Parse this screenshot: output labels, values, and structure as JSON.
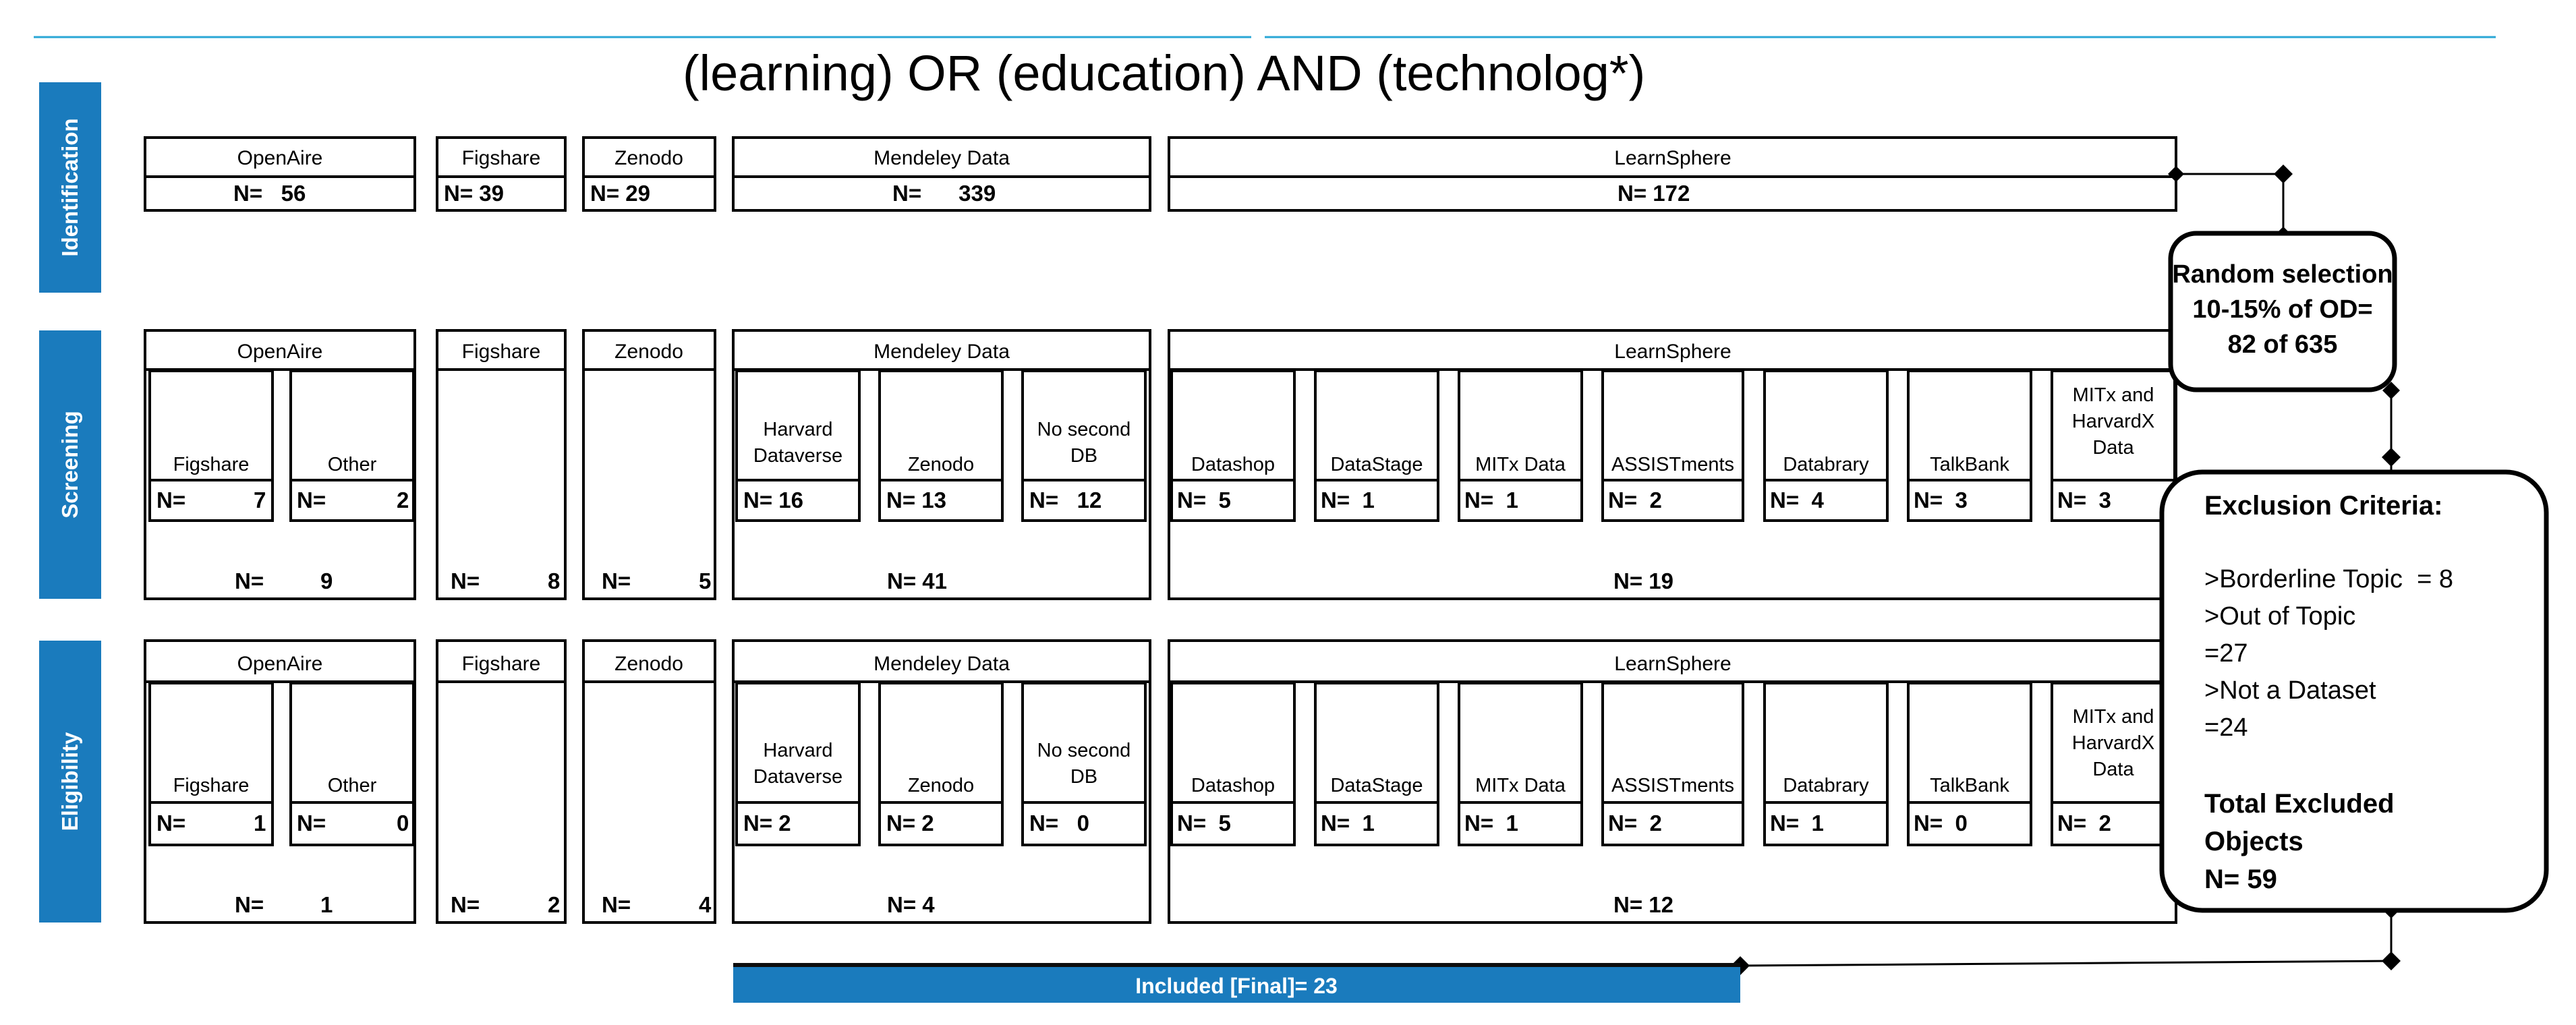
{
  "query_title": "(learning) OR (education) AND (technolog*)",
  "colors": {
    "accent": "#1a7bbd",
    "line": "#000000",
    "top_rule": "#2aa7d6"
  },
  "phases": [
    "Identification",
    "Screening",
    "Eligibility"
  ],
  "identification": {
    "openaire": {
      "label": "OpenAire",
      "count": "N=   56"
    },
    "figshare": {
      "label": "Figshare",
      "count": "N= 39"
    },
    "zenodo": {
      "label": "Zenodo",
      "count": "N= 29"
    },
    "mendeley": {
      "label": "Mendeley Data",
      "count": "N=      339"
    },
    "learnsphere": {
      "label": "LearnSphere",
      "count": "N= 172"
    }
  },
  "screening": {
    "openaire": {
      "label": "OpenAire",
      "figshare_label": "Figshare",
      "figshare_n_prefix": "N=",
      "figshare_n_value": "7",
      "other_label": "Other",
      "other_n_prefix": "N=",
      "other_n_value": "2",
      "total_prefix": "N=",
      "total_value": "9"
    },
    "figshare": {
      "label": "Figshare",
      "total_prefix": "N=",
      "total_value": "8"
    },
    "zenodo": {
      "label": "Zenodo",
      "total_prefix": "N=",
      "total_value": "5"
    },
    "mendeley": {
      "label": "Mendeley Data",
      "harvard_label": "Harvard Dataverse",
      "harvard_n": "N= 16",
      "zenodo_label": "Zenodo",
      "zenodo_n": "N= 13",
      "nosecond_label": "No second DB",
      "nosecond_n": "N=   12",
      "total": "N= 41"
    },
    "learnsphere": {
      "label": "LearnSphere",
      "datashop_label": "Datashop",
      "datashop_n": "N=  5",
      "datastage_label": "DataStage",
      "datastage_n": "N=  1",
      "mitx_label": "MITx Data",
      "mitx_n": "N=  1",
      "assist_label": "ASSISTments",
      "assist_n": "N=  2",
      "databrary_label": "Databrary",
      "databrary_n": "N=  4",
      "talkbank_label": "TalkBank",
      "talkbank_n": "N=  3",
      "mitxh_label": "MITx and HarvardX Data",
      "mitxh_n": "N=  3",
      "total": "N= 19"
    }
  },
  "eligibility": {
    "openaire": {
      "label": "OpenAire",
      "figshare_label": "Figshare",
      "figshare_n_prefix": "N=",
      "figshare_n_value": "1",
      "other_label": "Other",
      "other_n_prefix": "N=",
      "other_n_value": "0",
      "total_prefix": "N=",
      "total_value": "1"
    },
    "figshare": {
      "label": "Figshare",
      "total_prefix": "N=",
      "total_value": "2"
    },
    "zenodo": {
      "label": "Zenodo",
      "total_prefix": "N=",
      "total_value": "4"
    },
    "mendeley": {
      "label": "Mendeley Data",
      "harvard_label": "Harvard Dataverse",
      "harvard_n": "N= 2",
      "zenodo_label": "Zenodo",
      "zenodo_n": "N= 2",
      "nosecond_label": "No second DB",
      "nosecond_n": "N=   0",
      "total": "N= 4"
    },
    "learnsphere": {
      "label": "LearnSphere",
      "datashop_label": "Datashop",
      "datashop_n": "N=  5",
      "datastage_label": "DataStage",
      "datastage_n": "N=  1",
      "mitx_label": "MITx Data",
      "mitx_n": "N=  1",
      "assist_label": "ASSISTments",
      "assist_n": "N=  2",
      "databrary_label": "Databrary",
      "databrary_n": "N=  1",
      "talkbank_label": "TalkBank",
      "talkbank_n": "N=  0",
      "mitxh_label": "MITx and HarvardX Data",
      "mitxh_n": "N=  2",
      "total": "N= 12"
    }
  },
  "random_selection": {
    "line1": "Random selection",
    "line2": "10-15% of OD=",
    "line3": "82 of 635"
  },
  "exclusion": {
    "title": "Exclusion Criteria:",
    "item1": ">Borderline Topic  = 8",
    "item2a": ">Out of Topic",
    "item2b": "=27",
    "item3a": ">Not a Dataset",
    "item3b": "=24",
    "total1": "Total Excluded",
    "total2": "Objects",
    "total3": "N= 59"
  },
  "included": "Included [Final]= 23"
}
